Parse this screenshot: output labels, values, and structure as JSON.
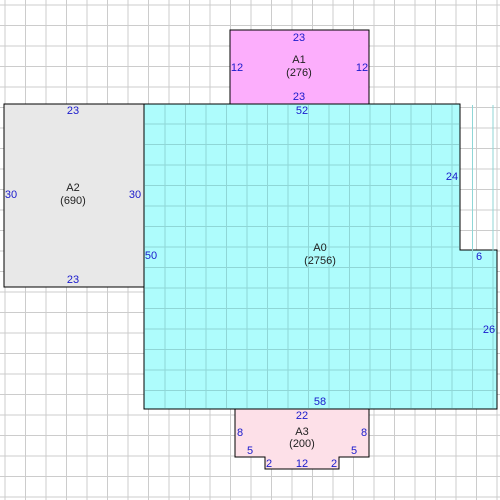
{
  "colors": {
    "grid": "#cccccc",
    "dimension_text": "#1a1acc",
    "outline": "#000000"
  },
  "rooms": {
    "a0": {
      "name": "A0",
      "area": "(2756)",
      "fill": "#aefcfc",
      "dims": {
        "top": "52",
        "right_upper": "24",
        "notch": "6",
        "right_lower": "26",
        "bottom": "58",
        "left": "50"
      }
    },
    "a1": {
      "name": "A1",
      "area": "(276)",
      "fill": "#fcaefc",
      "dims": {
        "top": "23",
        "bottom": "23",
        "left": "12",
        "right": "12"
      }
    },
    "a2": {
      "name": "A2",
      "area": "(690)",
      "fill": "#e8e8e8",
      "dims": {
        "top": "23",
        "bottom": "23",
        "left": "30",
        "right": "30"
      }
    },
    "a3": {
      "name": "A3",
      "area": "(200)",
      "fill": "#fde0e8",
      "dims": {
        "top": "22",
        "left": "8",
        "right": "8",
        "step_left": "5",
        "step_right": "5",
        "notch_left": "2",
        "notch_right": "2",
        "bottom": "12"
      }
    }
  }
}
